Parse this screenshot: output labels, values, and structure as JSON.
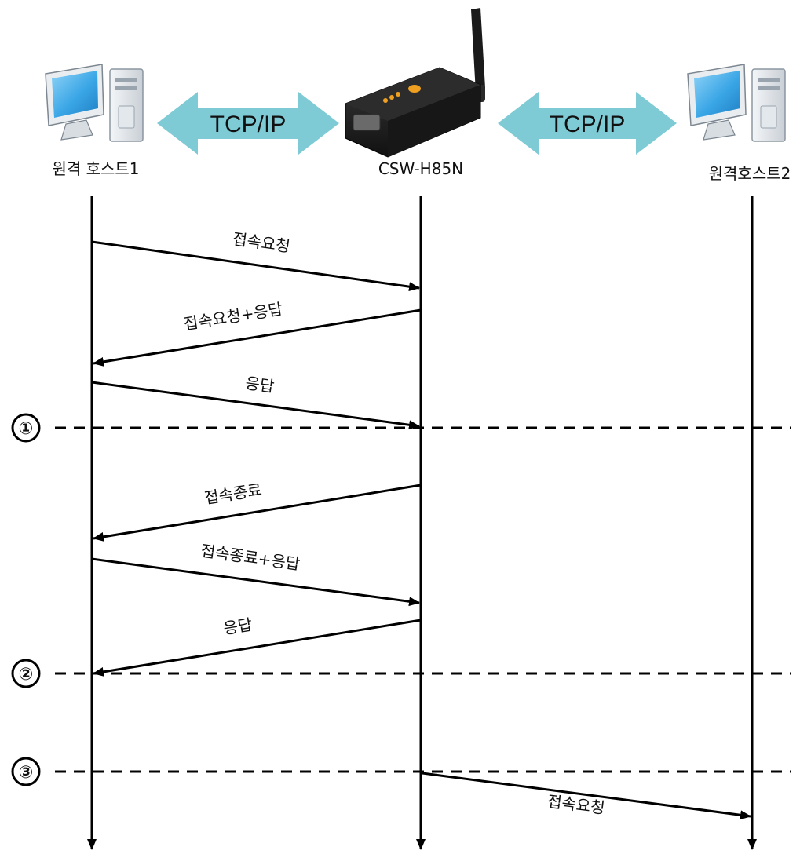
{
  "nodes": [
    {
      "id": "host1",
      "label": "원격 호스트1",
      "icon": "desktop-computer-icon"
    },
    {
      "id": "device",
      "label": "CSW-H85N",
      "icon": "wireless-serial-device-icon"
    },
    {
      "id": "host2",
      "label": "원격호스트2",
      "icon": "desktop-computer-icon"
    }
  ],
  "links": [
    {
      "label": "TCP/IP",
      "between": [
        "host1",
        "device"
      ]
    },
    {
      "label": "TCP/IP",
      "between": [
        "device",
        "host2"
      ]
    }
  ],
  "messages": [
    {
      "label": "접속요청",
      "from": "host1",
      "to": "device"
    },
    {
      "label": "접속요청+응답",
      "from": "device",
      "to": "host1"
    },
    {
      "label": "응답",
      "from": "host1",
      "to": "device"
    },
    {
      "label": "접속종료",
      "from": "device",
      "to": "host1"
    },
    {
      "label": "접속종료+응답",
      "from": "host1",
      "to": "device"
    },
    {
      "label": "응답",
      "from": "device",
      "to": "host1"
    },
    {
      "label": "접속요청",
      "from": "device",
      "to": "host2"
    }
  ],
  "markers": [
    "①",
    "②",
    "③"
  ],
  "colors": {
    "link_arrow": "#7ecbd6",
    "line": "#000000",
    "monitor_screen": "#3aa6e6",
    "device_body": "#1f1f1f",
    "device_led": "#f0a020"
  }
}
